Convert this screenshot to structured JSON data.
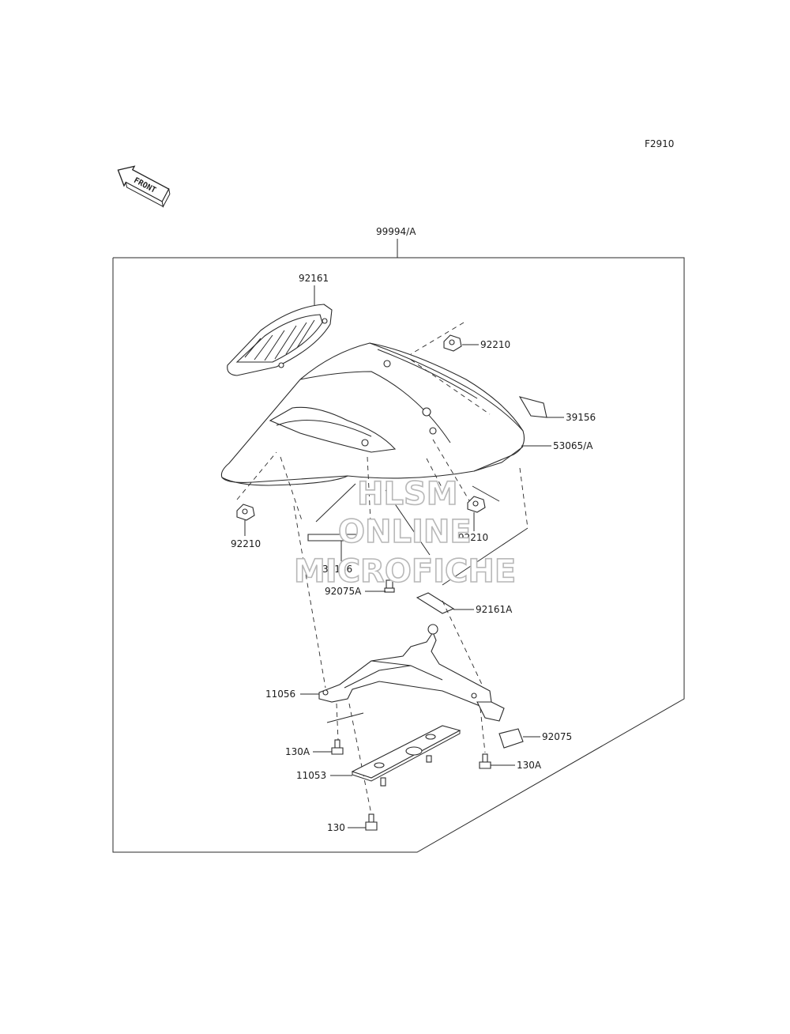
{
  "figure_code": "F2910",
  "front_label": "FRONT",
  "watermark": [
    "HLSM",
    "ONLINE",
    "MICROFICHE"
  ],
  "parts": [
    {
      "id": "assembly",
      "label": "99994/A"
    },
    {
      "id": "cover-rubber",
      "label": "92161"
    },
    {
      "id": "nut-top",
      "label": "92210"
    },
    {
      "id": "tape-right",
      "label": "39156"
    },
    {
      "id": "seat-cover",
      "label": "53065/A"
    },
    {
      "id": "nut-left",
      "label": "92210"
    },
    {
      "id": "nut-right",
      "label": "92210"
    },
    {
      "id": "tape-left",
      "label": "39156"
    },
    {
      "id": "bolt-small",
      "label": "92075A"
    },
    {
      "id": "pad",
      "label": "92161A"
    },
    {
      "id": "bracket",
      "label": "11056"
    },
    {
      "id": "rubber-block",
      "label": "92075"
    },
    {
      "id": "bolt-left",
      "label": "130A"
    },
    {
      "id": "bolt-right",
      "label": "130A"
    },
    {
      "id": "plate",
      "label": "11053"
    },
    {
      "id": "bolt-bottom",
      "label": "130"
    }
  ]
}
